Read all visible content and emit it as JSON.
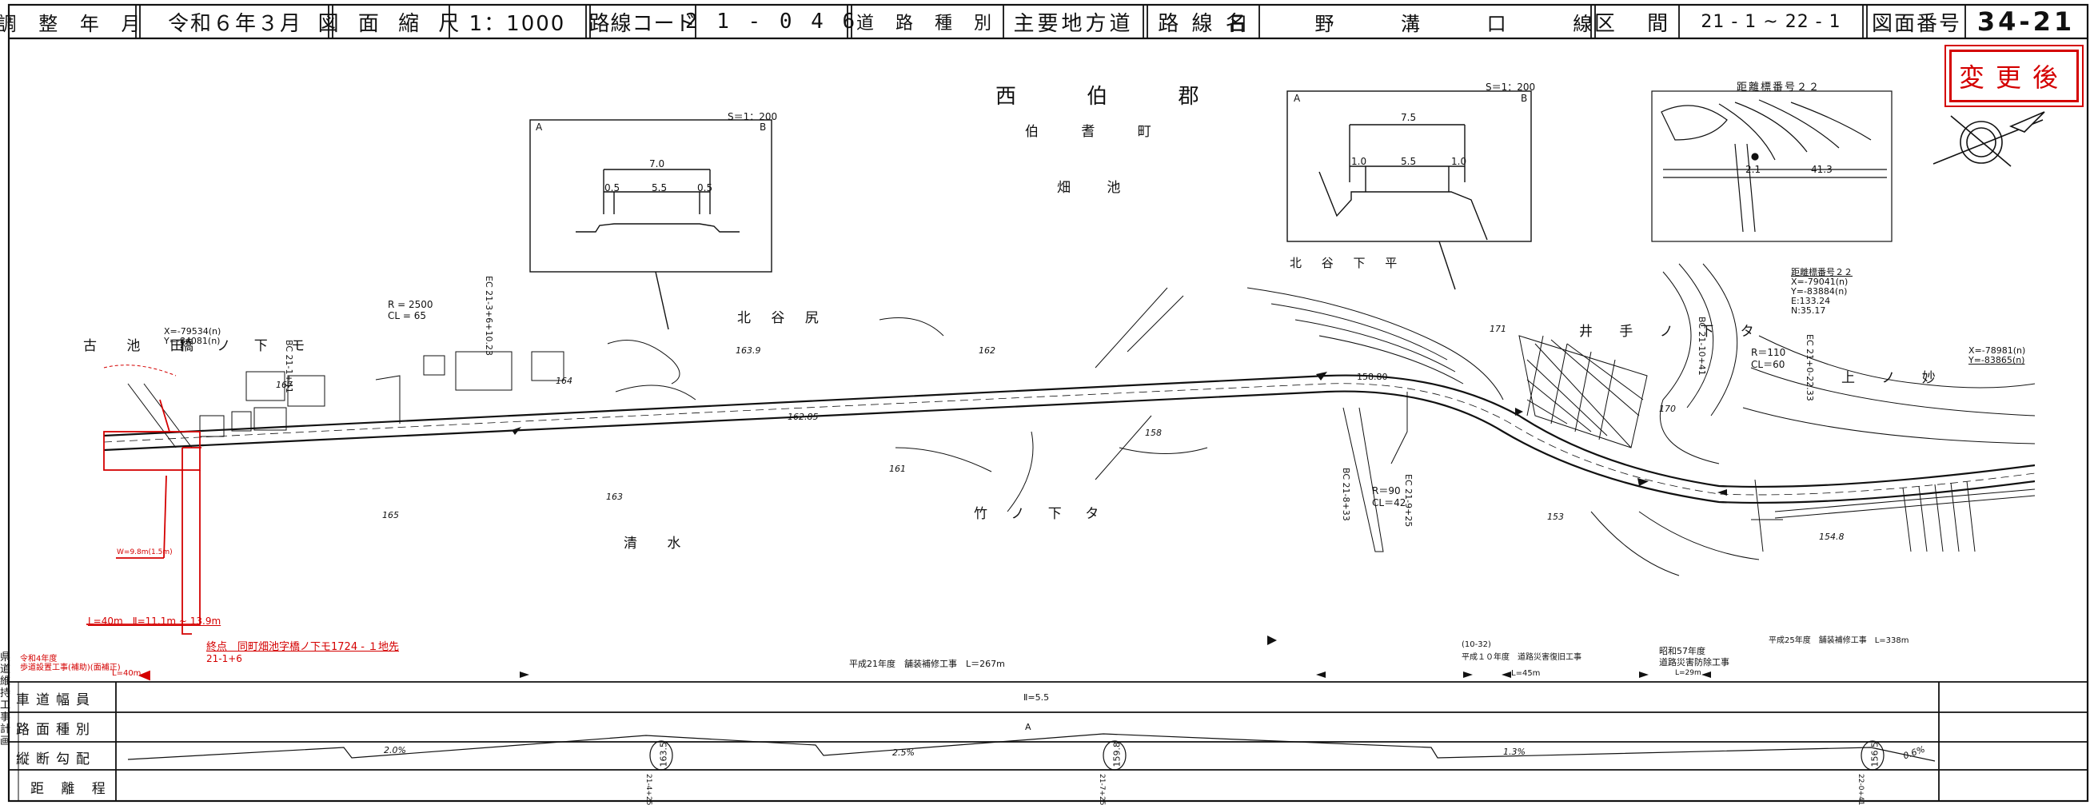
{
  "title_block": {
    "adj_label": "調 整 年 月",
    "adj_value": "令和６年３月",
    "scale_label": "図 面 縮 尺",
    "scale_value": "1：1000",
    "route_code_label": "路線コード",
    "route_code_value": "2 1 - 0 4 6",
    "road_type_label": "道 路 種 別",
    "road_type_value": "主要地方道",
    "route_name_label": "路 線 名",
    "route_name_value": "日 野 溝 口 線",
    "section_label": "区 間",
    "section_value": "21 - 1 ~ 22 - 1",
    "drawing_no_label": "図面番号",
    "drawing_no_value": "34-21"
  },
  "stamp": "変更後",
  "places": {
    "county": "西 伯 郡",
    "town": "伯 耆 町",
    "district": "畑 池",
    "furuikeda": "古 池 田",
    "hashinoshimo": "橋 ノ 下 モ",
    "kitayajiri": "北 谷 尻",
    "kitayashimohira": "北 谷 下 平",
    "idenoshita": "井 手 ノ 下 タ",
    "kaminomyo": "上 ノ 妙",
    "shimizu": "清 水",
    "takenoshita": "竹 ノ 下 タ"
  },
  "insets": [
    {
      "scale": "S＝1：200",
      "a": "A",
      "b": "B",
      "total": "7.0",
      "left": "0.5",
      "mid": "5.5",
      "right": "0.5"
    },
    {
      "scale": "S＝1：200",
      "a": "A",
      "b": "B",
      "total": "7.5",
      "left": "1.0",
      "mid": "5.5",
      "right": "1.0"
    },
    {
      "title": "距離標番号２２",
      "dim1": "2.1",
      "dim2": "41.3"
    }
  ],
  "map_text": {
    "coord1a": "X=-79534(n)",
    "coord1b": "Y=-84081(n)",
    "curve1a": "R = 2500",
    "curve1b": "CL = 65",
    "bc1": "BC 21-1+41",
    "ec1": "EC 21-3+6+10.23",
    "curve2a": "R＝90",
    "curve2b": "CL＝42",
    "bc2": "BC 21-8+33",
    "ec2": "EC 21-9+25",
    "curve3a": "R＝110",
    "curve3b": "CL＝60",
    "bc3": "BC 21-10+41",
    "ec3": "EC 21+0-22.33",
    "marker_title": "距離標番号２２",
    "marker_x": "X=-79041(n)",
    "marker_y": "Y=-83884(n)",
    "marker_e": "E:133.24",
    "marker_n": "N:35.17",
    "coord3a": "X=-78981(n)",
    "coord3b": "Y=-83865(n)",
    "elev1": "167",
    "elev2": "163.9",
    "elev3": "164",
    "elev4": "162.85",
    "elev5": "162",
    "elev6": "161",
    "elev7": "163",
    "elev8": "165",
    "elev9": "158",
    "elev10": "158.80",
    "elev11": "153",
    "elev12": "154.8",
    "elev13": "171",
    "elev14": "170"
  },
  "annotations": {
    "red_length": "L=40m　Ⅱ=11.1m ~ 13.9m",
    "red_end": "終点　同町畑池字橋ノ下モ1724 - １地先",
    "red_station": "21-1+6",
    "red_small": "W=9.8m(1.5m)",
    "red_work_a": "令和4年度",
    "red_work_b": "歩道設置工事(補助)(面補正)",
    "red_work_c": "L=40m",
    "work1": "平成21年度　舗装補修工事　L＝267m",
    "work2a": "(10-32)",
    "work2b": "平成１０年度　道路災害復旧工事",
    "work2c": "L=45m",
    "work3a": "昭和57年度",
    "work3b": "道路災害防除工事",
    "work3c": "L=29m",
    "work4": "平成25年度　舗装補修工事　L=338m"
  },
  "profile": {
    "row1_label": "車道幅員",
    "row1_value": "Ⅱ=5.5",
    "row2_label": "路面種別",
    "row2_value": "A",
    "row3_label": "縦断勾配",
    "row4_label": "距 離 程",
    "grades": [
      "2.0%",
      "2.5%",
      "1.3%",
      "0.6%"
    ],
    "elevations": [
      "163.5",
      "159.8",
      "156.5"
    ],
    "stations": [
      "21-4+25",
      "21-7+25",
      "22-0+41"
    ]
  },
  "side_text": "県道維持工事計画",
  "colors": {
    "red": "#d40000",
    "ink": "#111111"
  }
}
